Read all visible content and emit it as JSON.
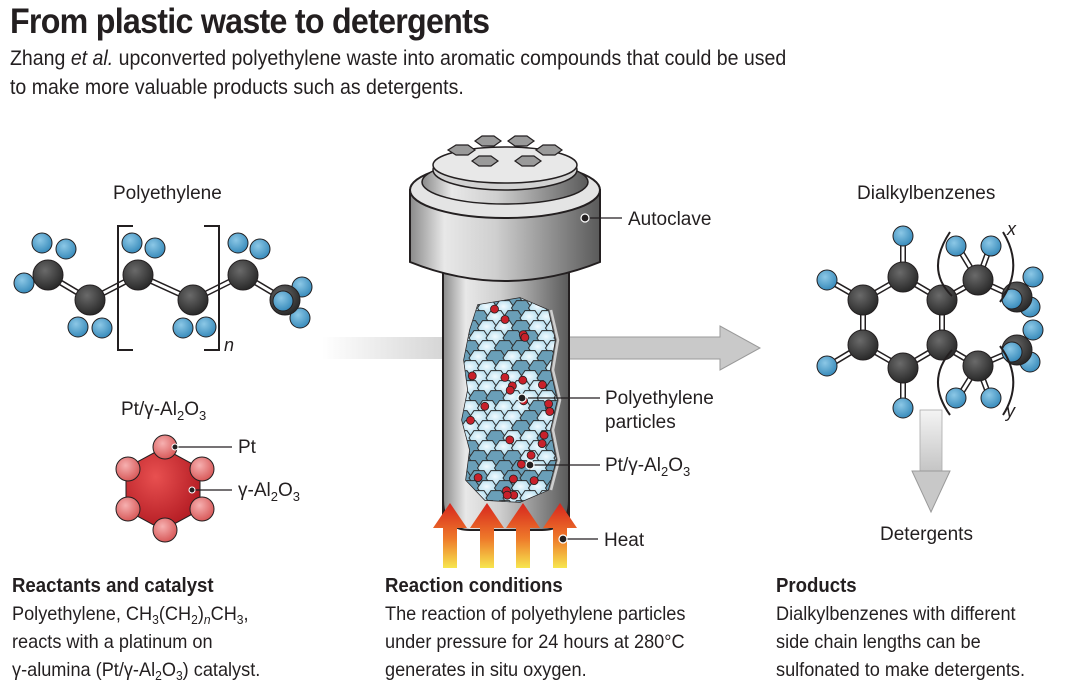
{
  "header": {
    "title": "From plastic waste to detergents",
    "subtitle_author": "Zhang",
    "subtitle_etal": "et al.",
    "subtitle_line1_rest": " upconverted polyethylene waste into aromatic compounds that could be used",
    "subtitle_line2": "to make more valuable products such as detergents."
  },
  "reactants": {
    "molecule_label": "Polyethylene",
    "repeat_label": "n",
    "catalyst_label": {
      "a": "Pt/γ-Al",
      "s1": "2",
      "b": "O",
      "s2": "3"
    },
    "pt_label": "Pt",
    "support_label": {
      "a": "γ-Al",
      "s1": "2",
      "b": "O",
      "s2": "3"
    }
  },
  "reactor": {
    "autoclave_label": "Autoclave",
    "particles_label_line1": "Polyethylene",
    "particles_label_line2": "particles",
    "catalyst_label": {
      "a": "Pt/γ-Al",
      "s1": "2",
      "b": "O",
      "s2": "3"
    },
    "heat_label": "Heat"
  },
  "products": {
    "molecule_label": "Dialkylbenzenes",
    "x_label": "x",
    "y_label": "y",
    "detergents_label": "Detergents"
  },
  "sections": [
    {
      "heading": "Reactants and catalyst",
      "line1": {
        "a": "Polyethylene, CH",
        "s1": "3",
        "b": "(CH",
        "s2": "2",
        "c": ")",
        "n": "n",
        "d": "CH",
        "s3": "3",
        "e": ","
      },
      "line2": "reacts with a platinum on",
      "line3": {
        "a": "γ-alumina (Pt/γ-Al",
        "s1": "2",
        "b": "O",
        "s2": "3",
        "c": ") catalyst."
      }
    },
    {
      "heading": "Reaction conditions",
      "line1": "The reaction of polyethylene particles",
      "line2": "under pressure for 24 hours at 280°C",
      "line3": "generates in situ oxygen."
    },
    {
      "heading": "Products",
      "line1": "Dialkylbenzenes with different",
      "line2": "side chain lengths can be",
      "line3": "sulfonated to make detergents."
    }
  ],
  "colors": {
    "carbon": "#3a3a3a",
    "hydrogen": "#4a9cc9",
    "platinum": "#e06868",
    "alumina": "#c8202a",
    "heat_top": "#d7261e",
    "heat_bottom": "#f7e04a",
    "arrow_gray": "#c8c8c8"
  }
}
